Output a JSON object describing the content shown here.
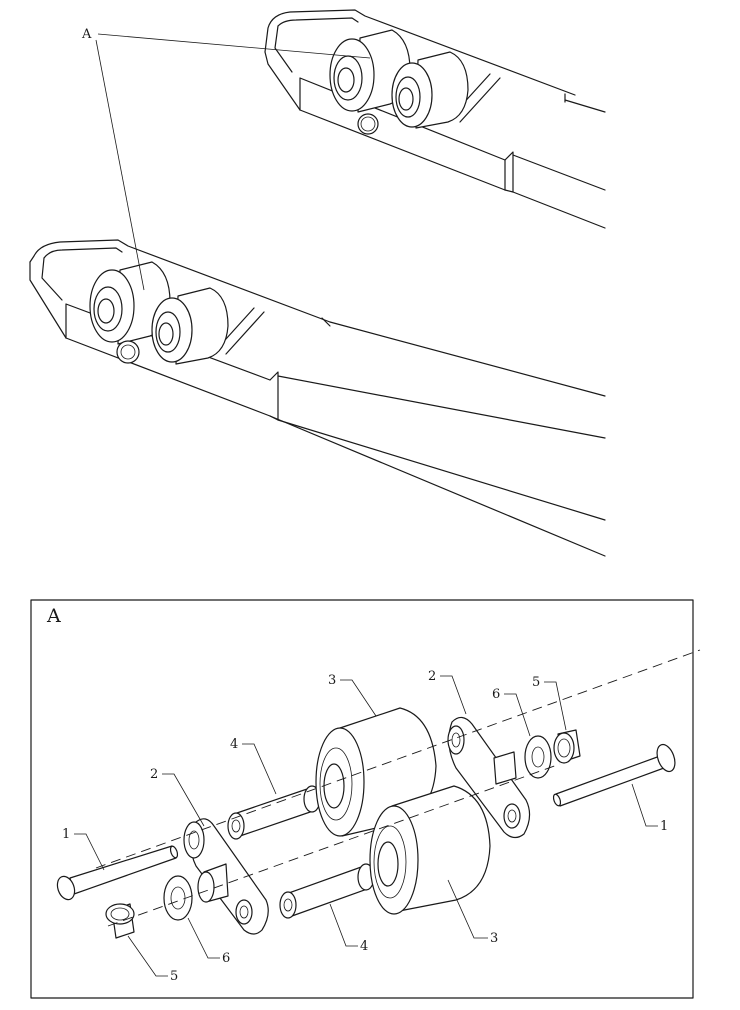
{
  "figure": {
    "callout_top": "A",
    "detail_title": "A",
    "labels": {
      "pin_left": "1",
      "pin_right": "1",
      "bracket_left": "2",
      "bracket_right": "2",
      "roller_upper": "3",
      "roller_lower": "3",
      "axle_upper": "4",
      "axle_lower": "4",
      "bushing_left": "5",
      "bushing_right": "5",
      "washer_left": "6",
      "washer_right": "6"
    }
  }
}
